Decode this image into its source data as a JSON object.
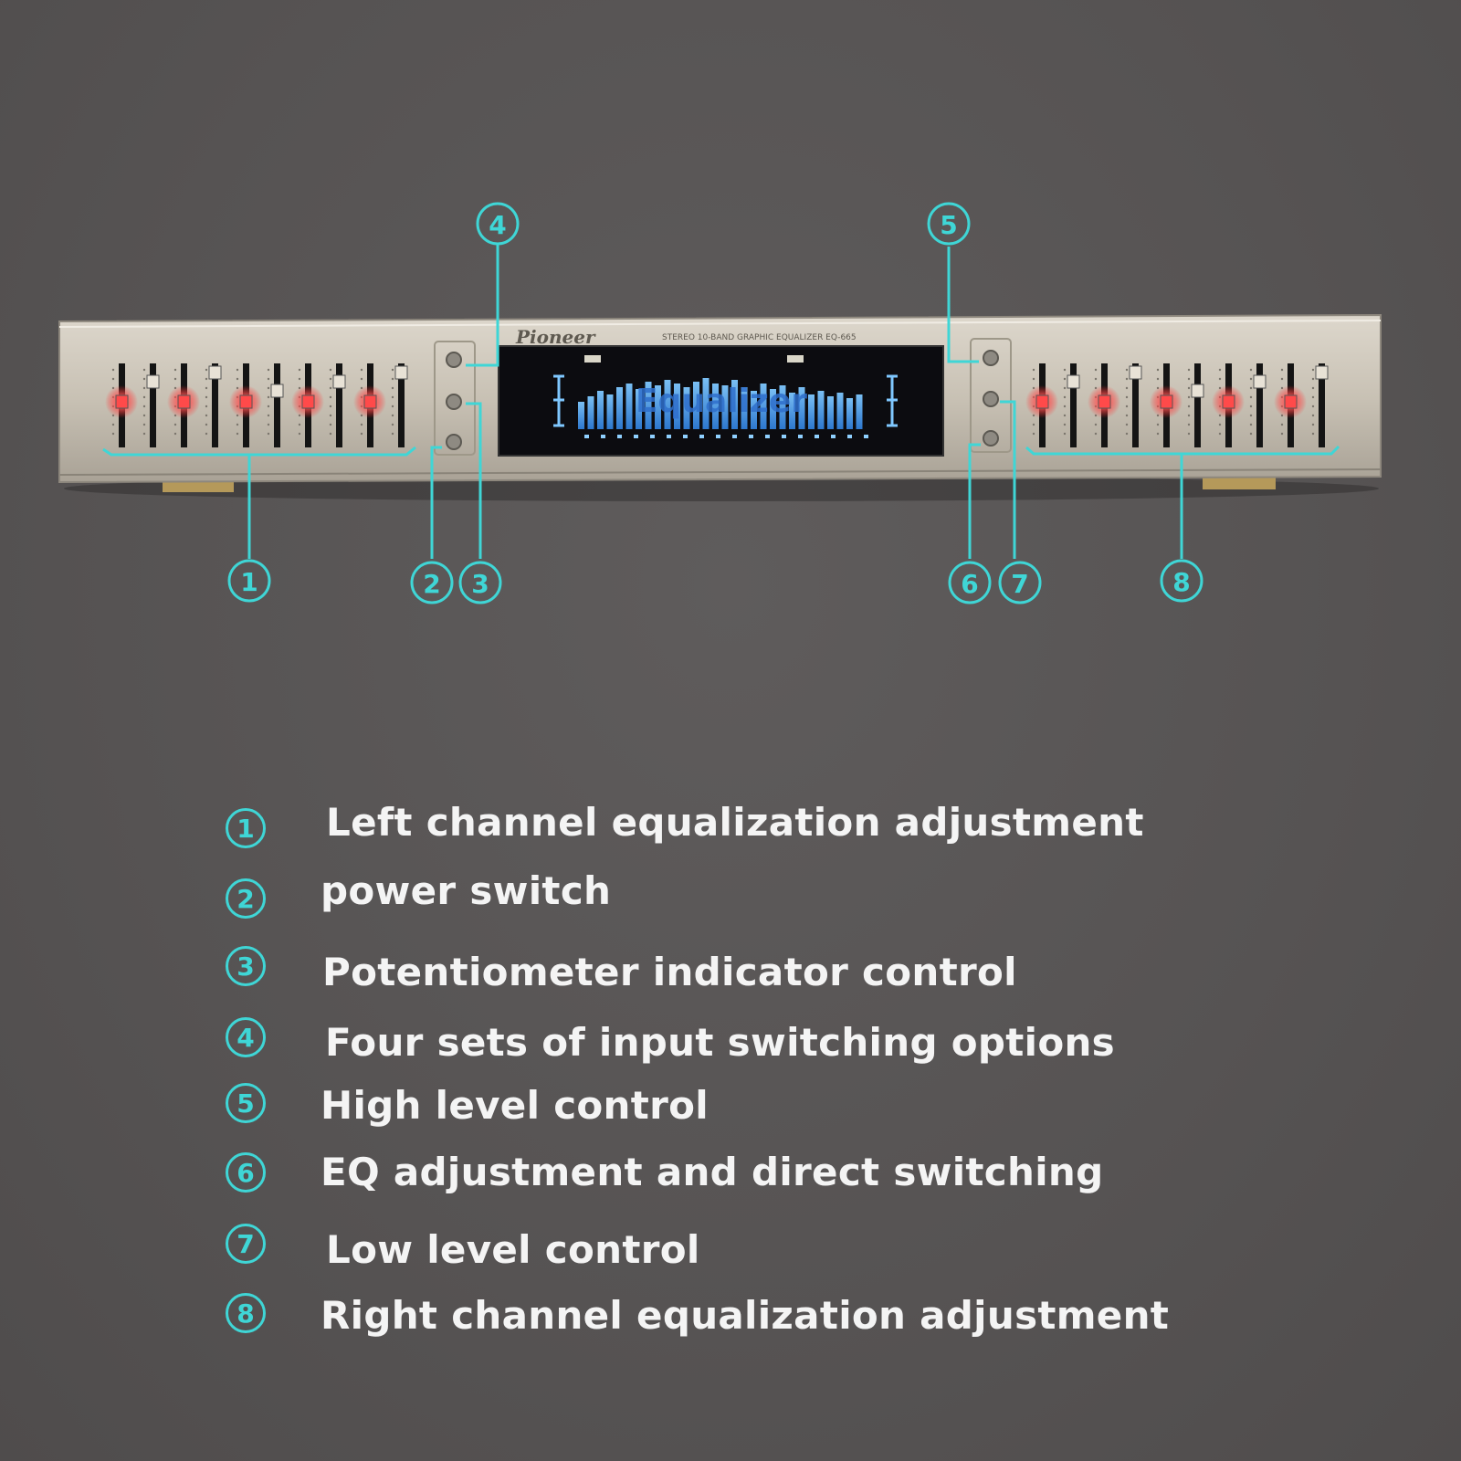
{
  "panel": {
    "brand": "Pioneer",
    "model_text": "STEREO 10-BAND GRAPHIC EQUALIZER EQ-665",
    "display_text": "Equalizer"
  },
  "callout_numbers": [
    "1",
    "2",
    "3",
    "4",
    "5",
    "6",
    "7",
    "8"
  ],
  "legend": [
    {
      "num": "1",
      "text": "Left channel equalization adjustment"
    },
    {
      "num": "2",
      "text": "power switch"
    },
    {
      "num": "3",
      "text": "Potentiometer indicator control"
    },
    {
      "num": "4",
      "text": "Four sets of input switching options"
    },
    {
      "num": "5",
      "text": "High level control"
    },
    {
      "num": "6",
      "text": "EQ adjustment and direct switching"
    },
    {
      "num": "7",
      "text": "Low level control"
    },
    {
      "num": "8",
      "text": "Right channel equalization adjustment"
    }
  ],
  "colors": {
    "background": "#575454",
    "callout": "#3fd6d6",
    "legend_text": "#f4f4f4",
    "panel": "#c9c2b6",
    "display_glow": "#4aa8ff",
    "slider_led": "#ff3b3b"
  }
}
